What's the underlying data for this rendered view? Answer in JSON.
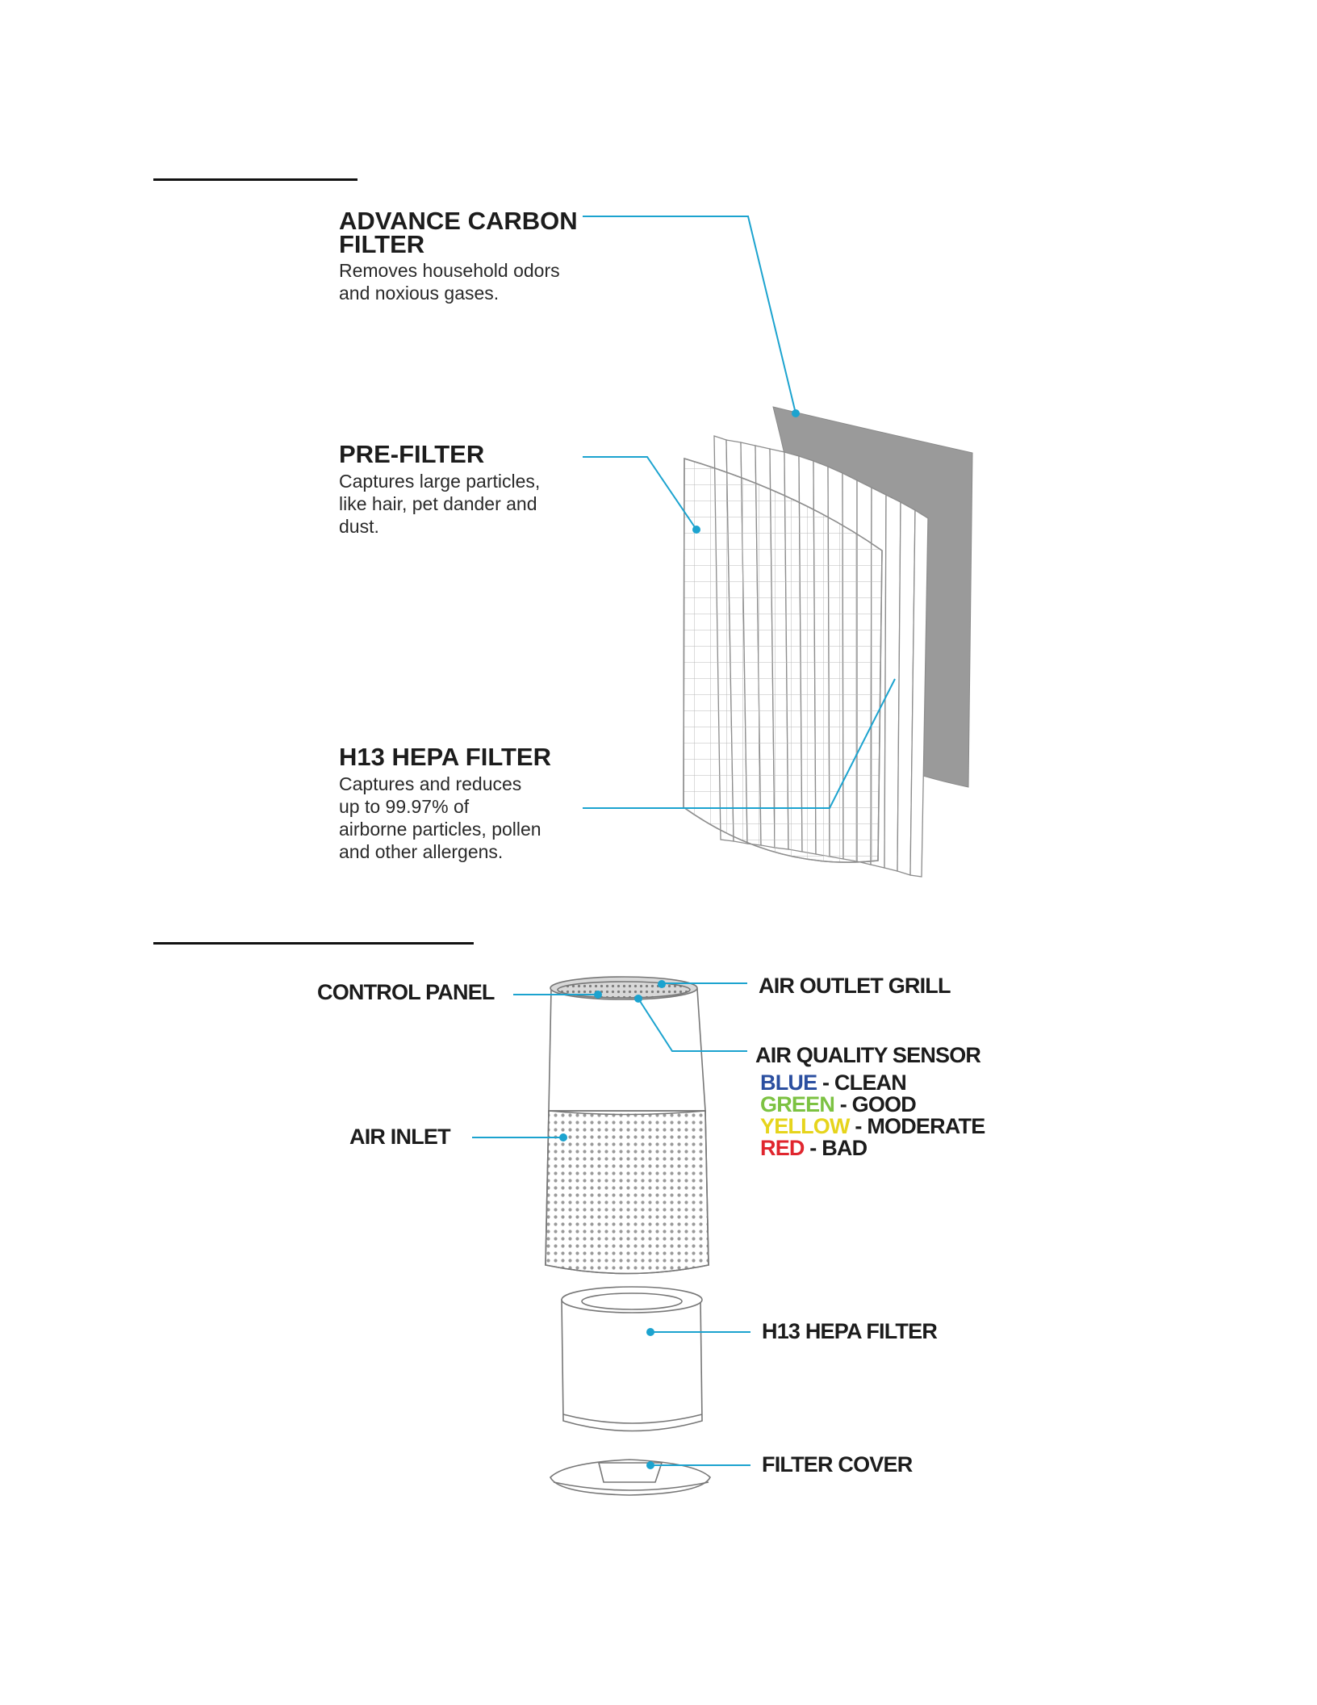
{
  "filters": [
    {
      "id": "carbon",
      "title_lines": [
        "ADVANCE CARBON",
        "FILTER"
      ],
      "description_lines": [
        "Removes household odors",
        "and noxious gases."
      ]
    },
    {
      "id": "pre",
      "title_lines": [
        "PRE-FILTER"
      ],
      "description_lines": [
        "Captures large particles,",
        "like hair, pet dander and",
        "dust."
      ]
    },
    {
      "id": "hepa",
      "title_lines": [
        "H13 HEPA FILTER"
      ],
      "description_lines": [
        "Captures and reduces",
        "up to 99.97% of",
        "airborne particles, pollen",
        "and other allergens."
      ]
    }
  ],
  "unit_labels": {
    "control_panel": "CONTROL PANEL",
    "air_outlet_grill": "AIR OUTLET GRILL",
    "air_quality_sensor": "AIR QUALITY SENSOR",
    "air_inlet": "AIR INLET",
    "hepa_filter": "H13 HEPA FILTER",
    "filter_cover": "FILTER COVER"
  },
  "air_quality_levels": [
    {
      "color_name": "BLUE",
      "status": "CLEAN",
      "color": "#2b4fa0"
    },
    {
      "color_name": "GREEN",
      "status": "GOOD",
      "color": "#7cc242"
    },
    {
      "color_name": "YELLOW",
      "status": "MODERATE",
      "color": "#e6d41c"
    },
    {
      "color_name": "RED",
      "status": "BAD",
      "color": "#e0262e"
    }
  ],
  "colors": {
    "callout": "#1ca3cf",
    "carbon_filter": "#9a9a9a"
  }
}
